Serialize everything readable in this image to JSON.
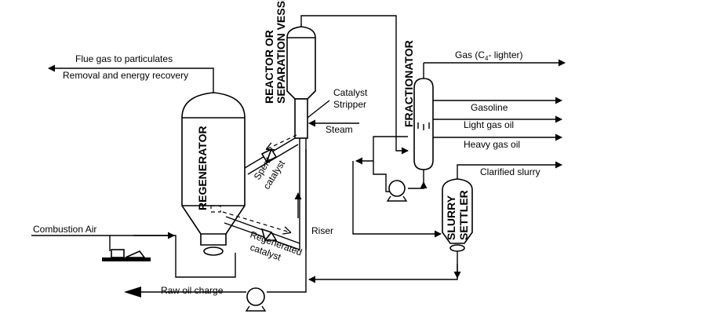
{
  "labels": {
    "flue_gas_line1": "Flue gas to particulates",
    "flue_gas_line2": "Removal and energy recovery",
    "reactor_line1": "REACTOR OR",
    "reactor_line2": "SEPARATION VESSEL",
    "catalyst_stripper_line1": "Catalyst",
    "catalyst_stripper_line2": "Stripper",
    "steam": "Steam",
    "fractionator": "FRACTIONATOR",
    "gas_prefix": "Gas (C",
    "gas_sub": "4",
    "gas_suffix": "- lighter)",
    "gasoline": "Gasoline",
    "light_gas_oil": "Light gas oil",
    "heavy_gas_oil": "Heavy gas oil",
    "clarified_slurry": "Clarified slurry",
    "regenerator": "REGENERATOR",
    "spent_catalyst_line1": "Spent",
    "spent_catalyst_line2": "catalyst",
    "combustion_air": "Combustion Air",
    "riser": "Riser",
    "regenerated_catalyst_line1": "Regenerated",
    "regenerated_catalyst_line2": "catalyst",
    "slurry_settler_line1": "SLURRY",
    "slurry_settler_line2": "SETTLER",
    "raw_oil_charge": "Raw oil charge"
  }
}
